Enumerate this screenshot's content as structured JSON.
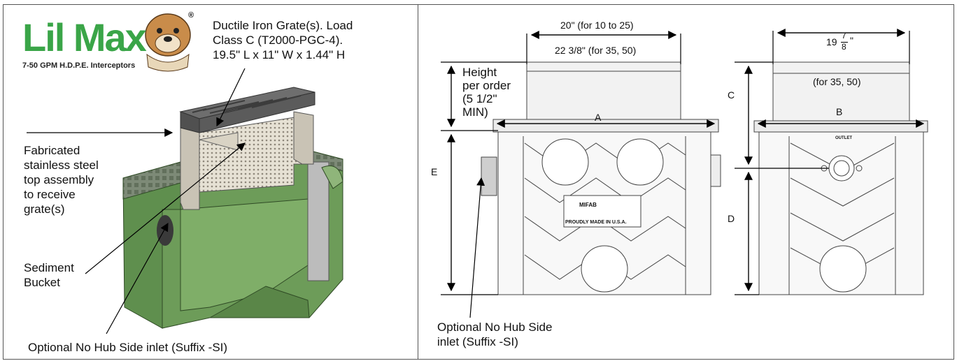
{
  "logo": {
    "brand": "Lil Max",
    "registered": "®",
    "tagline": "7-50 GPM H.D.P.E. Interceptors"
  },
  "left": {
    "grate_note": "Ductile Iron Grate(s). Load\nClass C (T2000-PGC-4).\n19.5\" L x 11\" W x 1.44\" H",
    "top_assembly": "Fabricated\nstainless steel\ntop assembly\nto receive\ngrate(s)",
    "sediment": "Sediment\nBucket",
    "side_inlet": "Optional No Hub Side inlet (Suffix -SI)"
  },
  "right": {
    "width_small": "20\" (for 10 to 25)",
    "width_large": "22 3/8\" (for 35, 50)",
    "height_note": "Height\nper order\n(5 1/2\"\nMIN)",
    "dim_a": "A",
    "dim_e": "E",
    "width_side_whole": "19",
    "width_side_num": "7",
    "width_side_den": "8",
    "width_side_unit": "\"",
    "width_side_note": "(for 35, 50)",
    "dim_c": "C",
    "dim_b": "B",
    "dim_d": "D",
    "outlet": "OUTLET",
    "side_inlet": "Optional No Hub Side\ninlet (Suffix -SI)",
    "plate_brand": "MIFAB",
    "plate_made": "PROUDLY MADE IN U.S.A."
  },
  "colors": {
    "body_green": "#5f8f4e",
    "grate_gray": "#6e6e6e",
    "stainless": "#c9c3b5",
    "logo_green": "#3aa548"
  }
}
